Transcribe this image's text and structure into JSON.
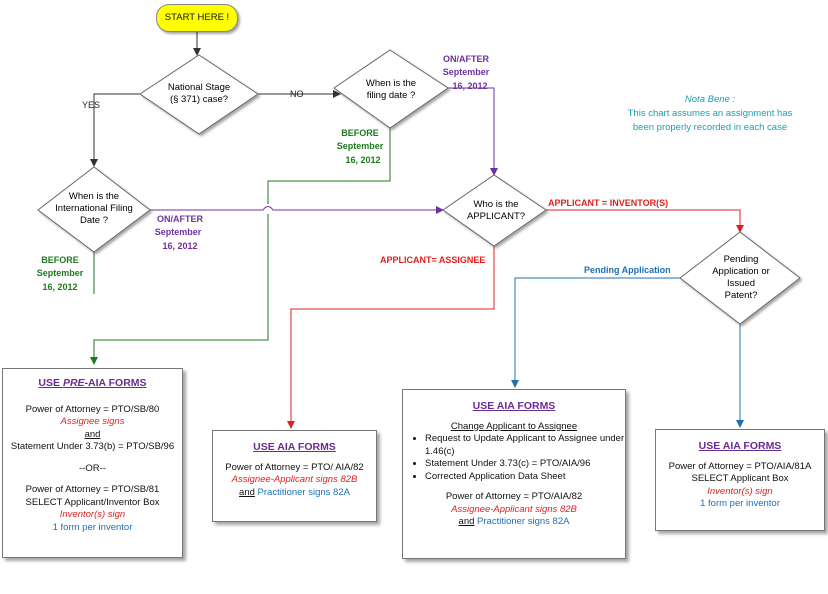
{
  "start": {
    "label": "START HERE !"
  },
  "note": {
    "heading": "Nota Bene :",
    "line1": "This chart assumes an assignment has",
    "line2": "been properly recorded in each case"
  },
  "decisions": {
    "national_stage": {
      "line1": "National Stage",
      "line2": "(§ 371) case?"
    },
    "filing_date": {
      "line1": "When is the",
      "line2": "filing date ?"
    },
    "intl_filing_date": {
      "line1": "When is the",
      "line2": "International Filing",
      "line3": "Date ?"
    },
    "applicant": {
      "line1": "Who is the",
      "line2": "APPLICANT?"
    },
    "pending": {
      "line1": "Pending",
      "line2": "Application or",
      "line3": "Issued",
      "line4": "Patent?"
    }
  },
  "edges": {
    "yes": "YES",
    "no": "NO",
    "after_filing": {
      "line1": "ON/AFTER",
      "line2": "September",
      "line3": "16, 2012"
    },
    "before_filing": {
      "line1": "BEFORE",
      "line2": "September",
      "line3": "16, 2012"
    },
    "after_intl": {
      "line1": "ON/AFTER",
      "line2": "September",
      "line3": "16, 2012"
    },
    "before_intl": {
      "line1": "BEFORE",
      "line2": "September",
      "line3": "16, 2012"
    },
    "inventor": "APPLICANT = INVENTOR(S)",
    "assignee": "APPLICANT= ASSIGNEE",
    "pending_app": "Pending Application"
  },
  "boxes": {
    "pre_aia": {
      "title": "USE PRE-AIA FORMS",
      "title_pre": "USE ",
      "title_italic": "PRE",
      "title_post": "-AIA FORMS",
      "poa1": "Power of Attorney = PTO/SB/80",
      "sign1": "Assignee signs",
      "and": "and",
      "statement": "Statement Under 3.73(b) = PTO/SB/96",
      "or": "--OR--",
      "poa2": "Power of Attorney = PTO/SB/81",
      "select": "SELECT Applicant/Inventor Box",
      "sign2": "Inventor(s) sign",
      "per": "1 form per inventor"
    },
    "aia_assignee": {
      "title": "USE AIA FORMS",
      "poa": "Power of Attorney = PTO/ AIA/82",
      "sign": "Assignee-Applicant signs 82B",
      "and": "and",
      "practitioner": "Practitioner signs 82A"
    },
    "aia_pending": {
      "title": "USE AIA FORMS",
      "subtitle": "Change Applicant to Assignee",
      "bullets": [
        "Request to Update Applicant to Assignee under 1.46(c)",
        "Statement Under 3.73(c) = PTO/AIA/96",
        "Corrected Application Data Sheet"
      ],
      "poa": "Power of Attorney = PTO/AIA/82",
      "sign": "Assignee-Applicant signs 82B",
      "and": "and",
      "practitioner": "Practitioner signs 82A"
    },
    "aia_inventor": {
      "title": "USE AIA FORMS",
      "poa": "Power of Attorney = PTO/AIA/81A",
      "select": "SELECT Applicant Box",
      "sign": "Inventor(s) sign",
      "per": "1 form per inventor"
    }
  },
  "colors": {
    "start_fill": "#ffff00",
    "purple": "#7030a0",
    "green": "#1e7a1e",
    "red": "#e02020",
    "blue": "#1f6fb5",
    "note": "#1aa0b0",
    "title": "#6a2c91"
  }
}
